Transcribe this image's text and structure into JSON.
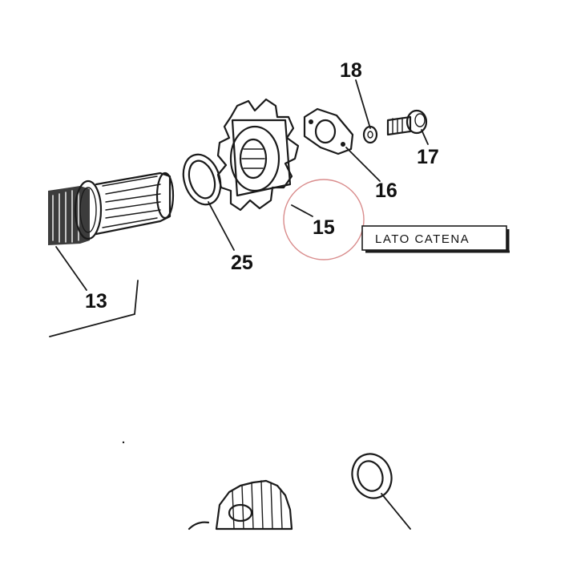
{
  "diagram": {
    "callouts": [
      {
        "id": "13",
        "label": "13"
      },
      {
        "id": "15",
        "label": "15"
      },
      {
        "id": "16",
        "label": "16"
      },
      {
        "id": "17",
        "label": "17"
      },
      {
        "id": "18",
        "label": "18"
      },
      {
        "id": "25",
        "label": "25"
      }
    ],
    "side_label": "LATO CATENA",
    "highlight_color": "#d98c8c",
    "ink_color": "#1a1a1a"
  }
}
